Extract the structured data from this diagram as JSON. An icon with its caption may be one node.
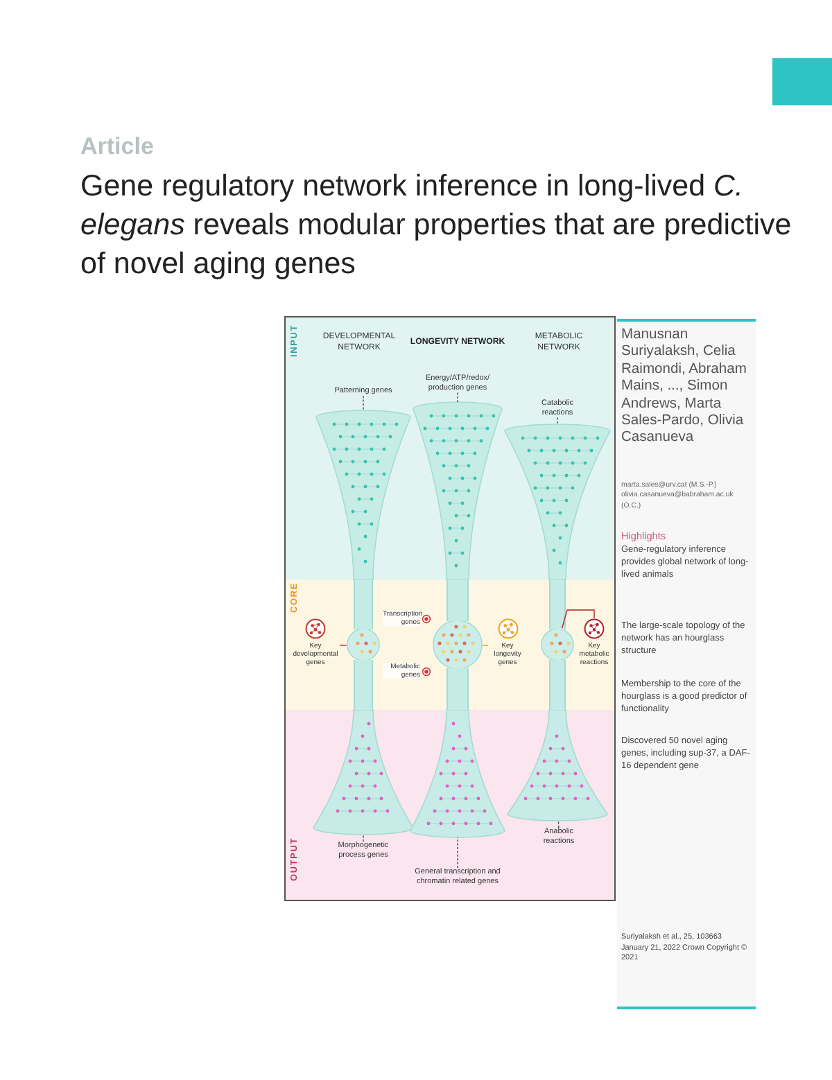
{
  "diagram": {
    "title": "Gene regulatory network inference in long-lived *C. elegans* reveals modular properties that are predictive of novel aging genes",
    "nodes": [
      {
        "text": [
          "INPUT"
        ]
      },
      {
        "text": [
          "CORE"
        ]
      },
      {
        "text": [
          "OUTPUT"
        ]
      },
      {
        "text": [
          "Patterning genes"
        ],
        "in": 0
      },
      {
        "text": [],
        "shape": "cone",
        "in": 0
      },
      {
        "text": [],
        "shape": "circle",
        "in": 1
      },
      {
        "text": [],
        "shape": "cone",
        "in": 2
      },
      {
        "text": [
          "Energy/ATP/redox/ production genes"
        ],
        "in": 0
      },
      {
        "text": [],
        "shape": "cone",
        "in": 0
      },
      {
        "text": [],
        "shape": "circle",
        "in": 1
      },
      {
        "text": [],
        "shape": "cone",
        "in": 2
      },
      {
        "text": [
          "Catabolic reactions"
        ],
        "in": 0
      },
      {
        "text": [],
        "shape": "cone",
        "in": 0
      },
      {
        "text": [],
        "shape": "circle",
        "in": 1
      },
      {
        "text": [],
        "shape": "cone",
        "in": 2
      },
      {
        "text": [
          "Transcription genes"
        ],
        "in": 1
      },
      {
        "text": [
          "Metabolic genes"
        ],
        "in": 1
      },
      {
        "text": [
          "Key developmental genes"
        ],
        "in": 1
      },
      {
        "text": [
          "Key longevity genes"
        ],
        "in": 1
      },
      {
        "text": [
          "Key metabolic reactions"
        ],
        "in": 1
      },
      {
        "text": [
          "Morphogenetic process genes"
        ],
        "in": 2
      },
      {
        "text": [
          "General transcription and chromatin related genes"
        ],
        "in": 2
      },
      {
        "text": [
          "Anabolic reactions"
        ],
        "in": 2
      }
    ],
    "edges": [
      {
        "from": 3,
        "to": 4,
        "arrow": "none",
        "style": "dashed"
      },
      {
        "from": 7,
        "to": 8,
        "arrow": "none",
        "style": "dashed"
      },
      {
        "from": 11,
        "to": 12,
        "arrow": "none",
        "style": "dashed"
      },
      {
        "from": 17,
        "to": 5,
        "arrow": "none",
        "color": "#c0392b"
      },
      {
        "from": 18,
        "to": 9,
        "arrow": "none",
        "color": "#eea21b"
      },
      {
        "from": 19,
        "to": 13,
        "arrow": "none",
        "color": "#b5222a"
      },
      {
        "from": 20,
        "to": 6,
        "arrow": "none",
        "style": "dashed"
      },
      {
        "from": 21,
        "to": 10,
        "arrow": "none",
        "style": "dashed"
      },
      {
        "from": 22,
        "to": 14,
        "arrow": "none",
        "style": "dashed"
      }
    ],
    "labels": [
      "Article",
      "DEVELOPMENTAL NETWORK",
      "LONGEVITY NETWORK",
      "METABOLIC NETWORK",
      "Manusnan Suriyalaksh, Celia Raimondi, Abraham Mains, ..., Simon Andrews, Marta Sales-Pardo, Olivia Casanueva",
      "marta.sales@urv.cat (M.S.-P.)",
      "olivia.casanueva@babraham.ac.uk (O.C.)",
      "Highlights",
      "Gene-regulatory inference provides global network of long-lived animals",
      "The large-scale topology of the network has an hourglass structure",
      "Membership to the core of the hourglass is a good predictor of functionality",
      "Discovered 50 novel aging genes, including sup-37, a DAF-16 dependent gene",
      "Suriyalaksh et al., 25, 103663",
      "January 21, 2022 Crown Copyright © 2021"
    ]
  }
}
